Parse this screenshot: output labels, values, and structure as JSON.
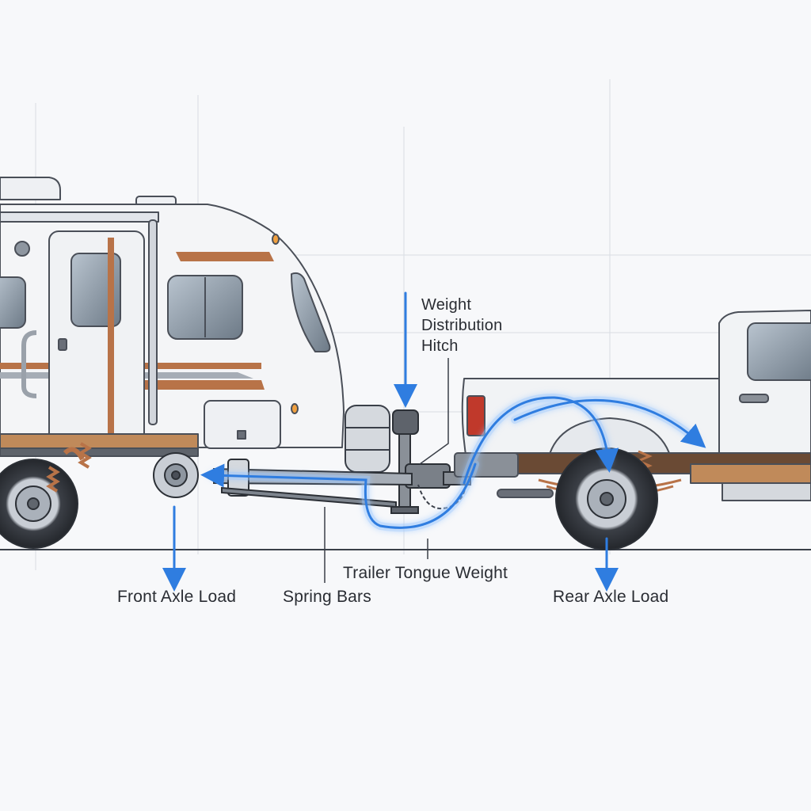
{
  "diagram": {
    "labels": {
      "hitch": [
        "Weight",
        "Distribution",
        "Hitch"
      ],
      "tongue_weight": "Trailer Tongue Weight",
      "front_axle": "Front Axle Load",
      "spring_bars": "Spring Bars",
      "rear_axle": "Rear Axle Load"
    },
    "colors": {
      "force_arrow": "#2f7de0",
      "glow": "#9cc8ff",
      "trailer_body": "#f4f5f7",
      "copper_trim": "#b87348",
      "truck_body": "#f1f3f5",
      "outline": "#4a4f58",
      "ground_line": "#3a3f48",
      "grid": "#d9dde3"
    },
    "icons": [
      "trailer-icon",
      "truck-icon",
      "propane-tank-icon",
      "jack-icon",
      "safety-chain-icon",
      "leaf-spring-icon"
    ]
  }
}
